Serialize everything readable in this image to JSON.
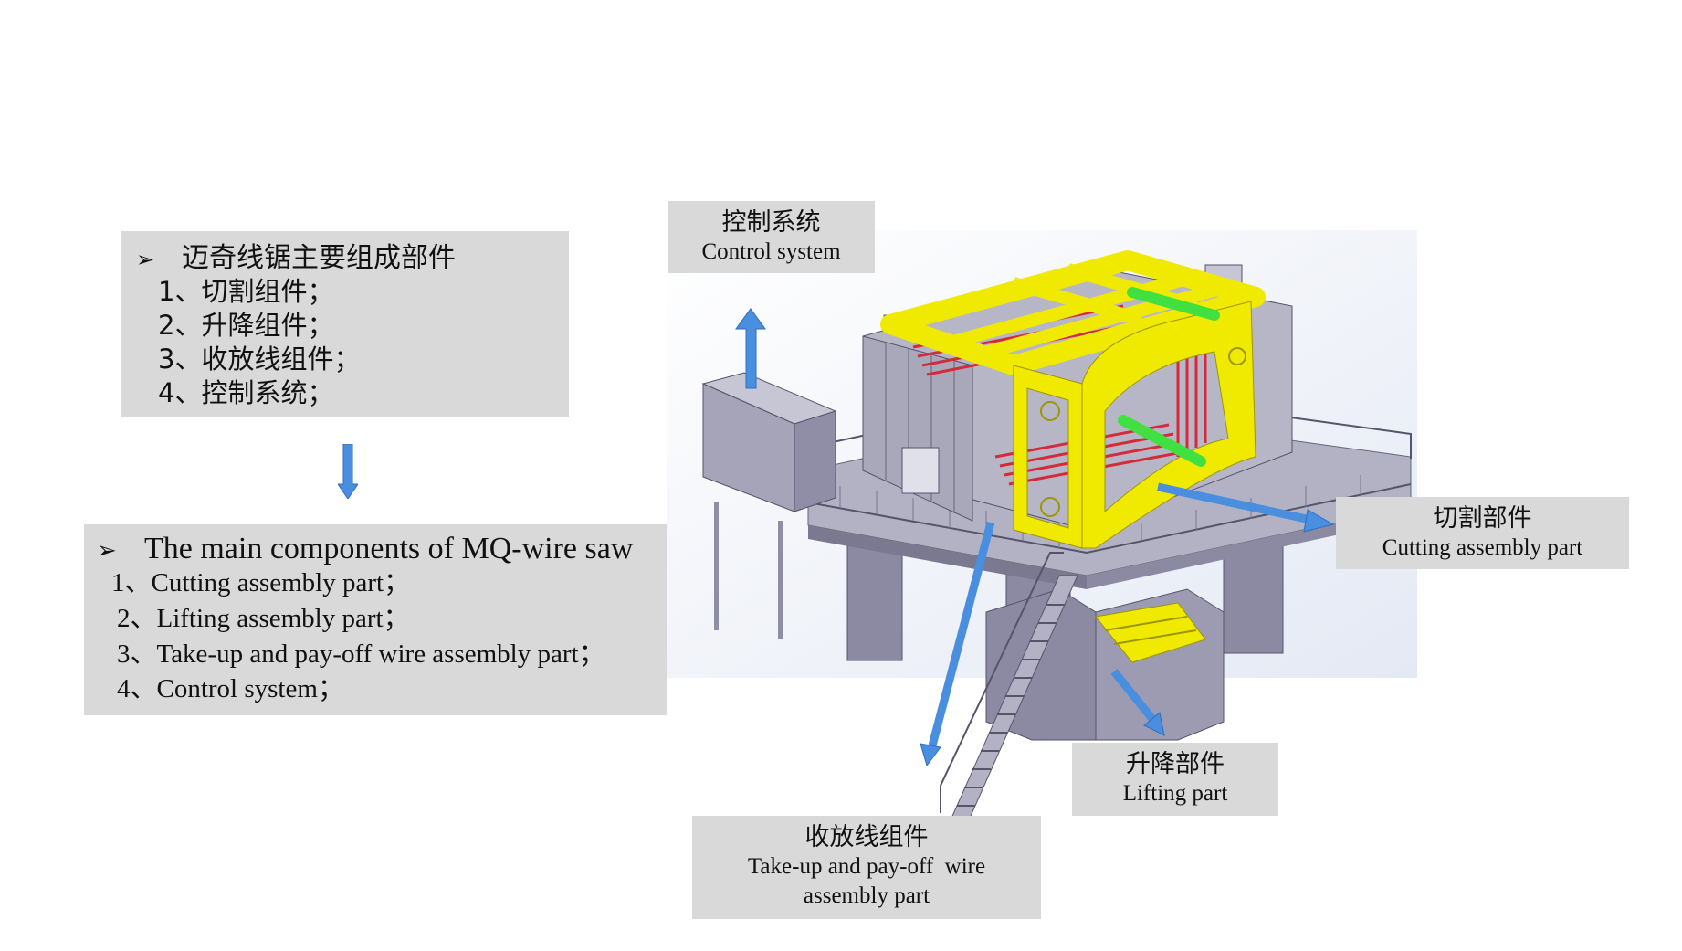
{
  "cn_list": {
    "heading": "迈奇线锯主要组成部件",
    "items": [
      "1、切割组件；",
      "2、升降组件；",
      "3、收放线组件；",
      "4、控制系统；"
    ]
  },
  "en_list": {
    "heading": "The main components of MQ-wire saw",
    "items": [
      "1、Cutting assembly part；",
      "2、Lifting assembly part；",
      "3、Take-up and pay-off wire assembly part；",
      "4、Control system；"
    ]
  },
  "callouts": {
    "control": {
      "cn": "控制系统",
      "en": "Control system"
    },
    "cutting": {
      "cn": "切割部件",
      "en": "Cutting assembly part"
    },
    "lifting": {
      "cn": "升降部件",
      "en": "Lifting part"
    },
    "takeup": {
      "cn": "收放线组件",
      "en_line1": "Take-up and pay-off  wire",
      "en_line2": "assembly part"
    }
  },
  "colors": {
    "arrow_blue": "#4a8ee0",
    "frame_yellow": "#f0ea00",
    "wire_red": "#d42a3a",
    "shaft_green": "#40e040",
    "machine_gray": "#8f8ea6",
    "label_gray": "#d9d9d9"
  }
}
